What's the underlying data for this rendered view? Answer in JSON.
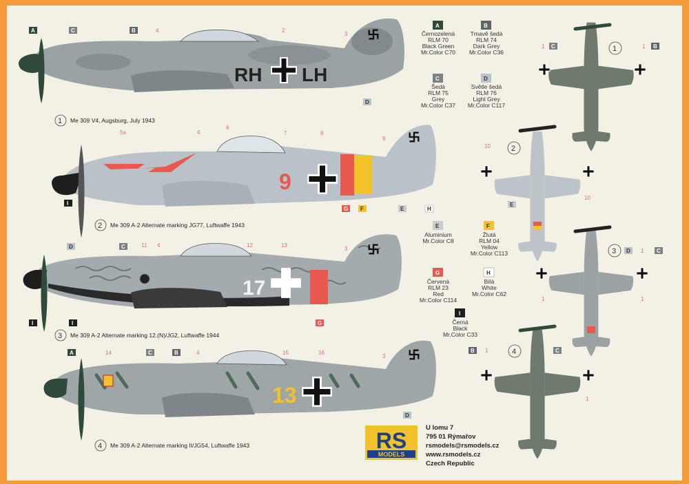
{
  "profiles": [
    {
      "caption_num": "1",
      "caption": "Me 309 V4, Augsburg, July 1943",
      "code_left": "RH",
      "code_right": "LH",
      "callouts": {
        "a": "A",
        "c": "C",
        "b": "B",
        "d": "D",
        "n4": "4",
        "n2": "2",
        "n3": "3"
      }
    },
    {
      "caption_num": "2",
      "caption": "Me 309 A-2 Alternate marking JG77, Luftwaffe 1943",
      "code": "9",
      "callouts": {
        "i": "I",
        "g": "G",
        "f": "F",
        "e": "E",
        "h": "H",
        "n5a": "5a",
        "n4": "4",
        "n6": "6",
        "n7": "7",
        "n8": "8",
        "n9": "9"
      }
    },
    {
      "caption_num": "3",
      "caption": "Me 309 A-2 Alternate marking 12.(N)/JG2, Luftwaffe 1944",
      "code": "17",
      "callouts": {
        "d": "D",
        "c": "C",
        "i1": "I",
        "i2": "I",
        "g": "G",
        "n11": "11",
        "n4": "4",
        "n12": "12",
        "n13": "13",
        "n3": "3"
      }
    },
    {
      "caption_num": "4",
      "caption": "Me 309 A-2 Alternate marking II/JG54, Luftwaffe 1943",
      "code": "13",
      "callouts": {
        "a": "A",
        "c": "C",
        "b": "B",
        "d": "D",
        "n14": "14",
        "n4": "4",
        "n15": "15",
        "n16": "16",
        "n3": "3"
      }
    }
  ],
  "colors": [
    {
      "letter": "A",
      "lines": [
        "Černozelená",
        "RLM 70",
        "Black Green",
        "Mr.Color C70"
      ],
      "swatch": "#2f4a3a",
      "text": "#ffffff"
    },
    {
      "letter": "B",
      "lines": [
        "Tmavě šedá",
        "RLM 74",
        "Dark Grey",
        "Mr.Color C36"
      ],
      "swatch": "#5e6468",
      "text": "#ffffff"
    },
    {
      "letter": "C",
      "lines": [
        "Šedá",
        "RLM 75",
        "Grey",
        "Mr.Color C37"
      ],
      "swatch": "#7d8186",
      "text": "#ffffff"
    },
    {
      "letter": "D",
      "lines": [
        "Světle šedá",
        "RLM 76",
        "Light Grey",
        "Mr.Color C117"
      ],
      "swatch": "#b9c2c8",
      "text": "#333333"
    },
    {
      "letter": "E",
      "lines": [
        "Aluminium",
        "Mr.Color C8"
      ],
      "swatch": "#c9ccce",
      "text": "#333333"
    },
    {
      "letter": "F",
      "lines": [
        "Žlutá",
        "RLM 04",
        "Yellow",
        "Mr.Color C113"
      ],
      "swatch": "#f2c22a",
      "text": "#333333"
    },
    {
      "letter": "G",
      "lines": [
        "Červená",
        "RLM 23",
        "Red",
        "Mr.Color C114"
      ],
      "swatch": "#e85a4f",
      "text": "#ffffff"
    },
    {
      "letter": "H",
      "lines": [
        "Bílá",
        "White",
        "Mr.Color C62"
      ],
      "swatch": "#ffffff",
      "text": "#333333"
    },
    {
      "letter": "I",
      "lines": [
        "Černá",
        "Black",
        "Mr.Color C33"
      ],
      "swatch": "#1e1e1e",
      "text": "#ffffff"
    }
  ],
  "topviews": [
    {
      "num": "1",
      "callouts": {
        "c": "C",
        "b": "B",
        "n1a": "1",
        "n1b": "1"
      }
    },
    {
      "num": "2",
      "callouts": {
        "e": "E",
        "n10a": "10",
        "n10b": "10"
      }
    },
    {
      "num": "3",
      "callouts": {
        "d": "D",
        "c": "C",
        "n1a": "1",
        "n1b": "1",
        "n1c": "1"
      }
    },
    {
      "num": "4",
      "callouts": {
        "b": "B",
        "c": "C",
        "n1a": "1",
        "n1b": "1"
      }
    }
  ],
  "brand": {
    "logo": "RS",
    "logo_sub": "MODELS"
  },
  "address": [
    "U lomu 7",
    "795 01 Rýmařov",
    "rsmodels@rsmodels.cz",
    "www.rsmodels.cz",
    "Czech Republic"
  ]
}
